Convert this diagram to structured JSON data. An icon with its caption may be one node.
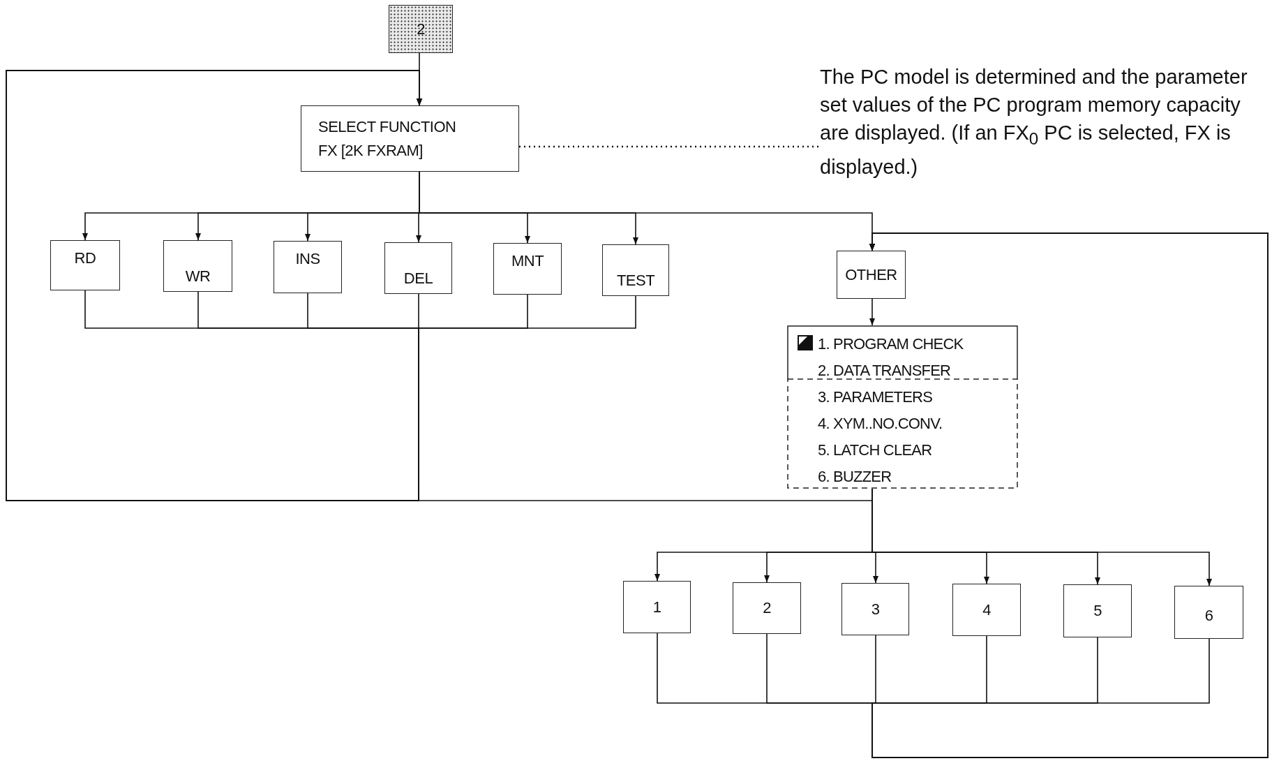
{
  "diagram": {
    "nodes": [
      {
        "text": [
          "2"
        ]
      },
      {
        "text": [
          "SELECT FUNCTION",
          "FX [2K FXRAM]"
        ]
      },
      {
        "text": [
          "The PC model is determined and the parameter set values of the PC program memory capacity are displayed. (If an FX$_{0}$ PC is selected, FX is displayed.)"
        ]
      },
      {
        "text": [
          "RD"
        ]
      },
      {
        "text": [
          "WR"
        ]
      },
      {
        "text": [
          "INS"
        ]
      },
      {
        "text": [
          "DEL"
        ]
      },
      {
        "text": [
          "MNT"
        ]
      },
      {
        "text": [
          "TEST"
        ]
      },
      {
        "text": [
          "OTHER"
        ]
      },
      {
        "text": [
          "1. PROGRAM CHECK",
          "2. DATA TRANSFER",
          "3. PARAMETERS",
          "4. XYM..NO.CONV.",
          "5. LATCH CLEAR",
          "6. BUZZER"
        ]
      },
      {
        "text": [
          "1"
        ]
      },
      {
        "text": [
          "2"
        ]
      },
      {
        "text": [
          "3"
        ]
      },
      {
        "text": [
          "4"
        ]
      },
      {
        "text": [
          "5"
        ]
      },
      {
        "text": [
          "6"
        ]
      }
    ],
    "edges": [
      {
        "from": 0,
        "to": 1,
        "arrow": "to"
      },
      {
        "from": 1,
        "to": 2,
        "arrow": "none",
        "style": "dashed"
      },
      {
        "from": 1,
        "to": 3,
        "arrow": "to"
      },
      {
        "from": 1,
        "to": 4,
        "arrow": "to"
      },
      {
        "from": 1,
        "to": 5,
        "arrow": "to"
      },
      {
        "from": 1,
        "to": 6,
        "arrow": "to"
      },
      {
        "from": 1,
        "to": 7,
        "arrow": "to"
      },
      {
        "from": 1,
        "to": 8,
        "arrow": "to"
      },
      {
        "from": 1,
        "to": 9,
        "arrow": "to"
      },
      {
        "from": 3,
        "to": 1,
        "arrow": "to"
      },
      {
        "from": 4,
        "to": 1,
        "arrow": "to"
      },
      {
        "from": 5,
        "to": 1,
        "arrow": "to"
      },
      {
        "from": 6,
        "to": 1,
        "arrow": "to"
      },
      {
        "from": 7,
        "to": 1,
        "arrow": "to"
      },
      {
        "from": 8,
        "to": 1,
        "arrow": "to"
      },
      {
        "from": 9,
        "to": 10,
        "arrow": "to"
      },
      {
        "from": 10,
        "to": 1,
        "arrow": "to"
      },
      {
        "from": 10,
        "to": 11,
        "arrow": "to"
      },
      {
        "from": 10,
        "to": 12,
        "arrow": "to"
      },
      {
        "from": 10,
        "to": 13,
        "arrow": "to"
      },
      {
        "from": 10,
        "to": 14,
        "arrow": "to"
      },
      {
        "from": 10,
        "to": 15,
        "arrow": "to"
      },
      {
        "from": 10,
        "to": 16,
        "arrow": "to"
      },
      {
        "from": 11,
        "to": 9,
        "arrow": "to"
      },
      {
        "from": 12,
        "to": 9,
        "arrow": "to"
      },
      {
        "from": 13,
        "to": 9,
        "arrow": "to"
      },
      {
        "from": 14,
        "to": 9,
        "arrow": "to"
      },
      {
        "from": 15,
        "to": 9,
        "arrow": "to"
      },
      {
        "from": 16,
        "to": 9,
        "arrow": "to"
      }
    ]
  }
}
